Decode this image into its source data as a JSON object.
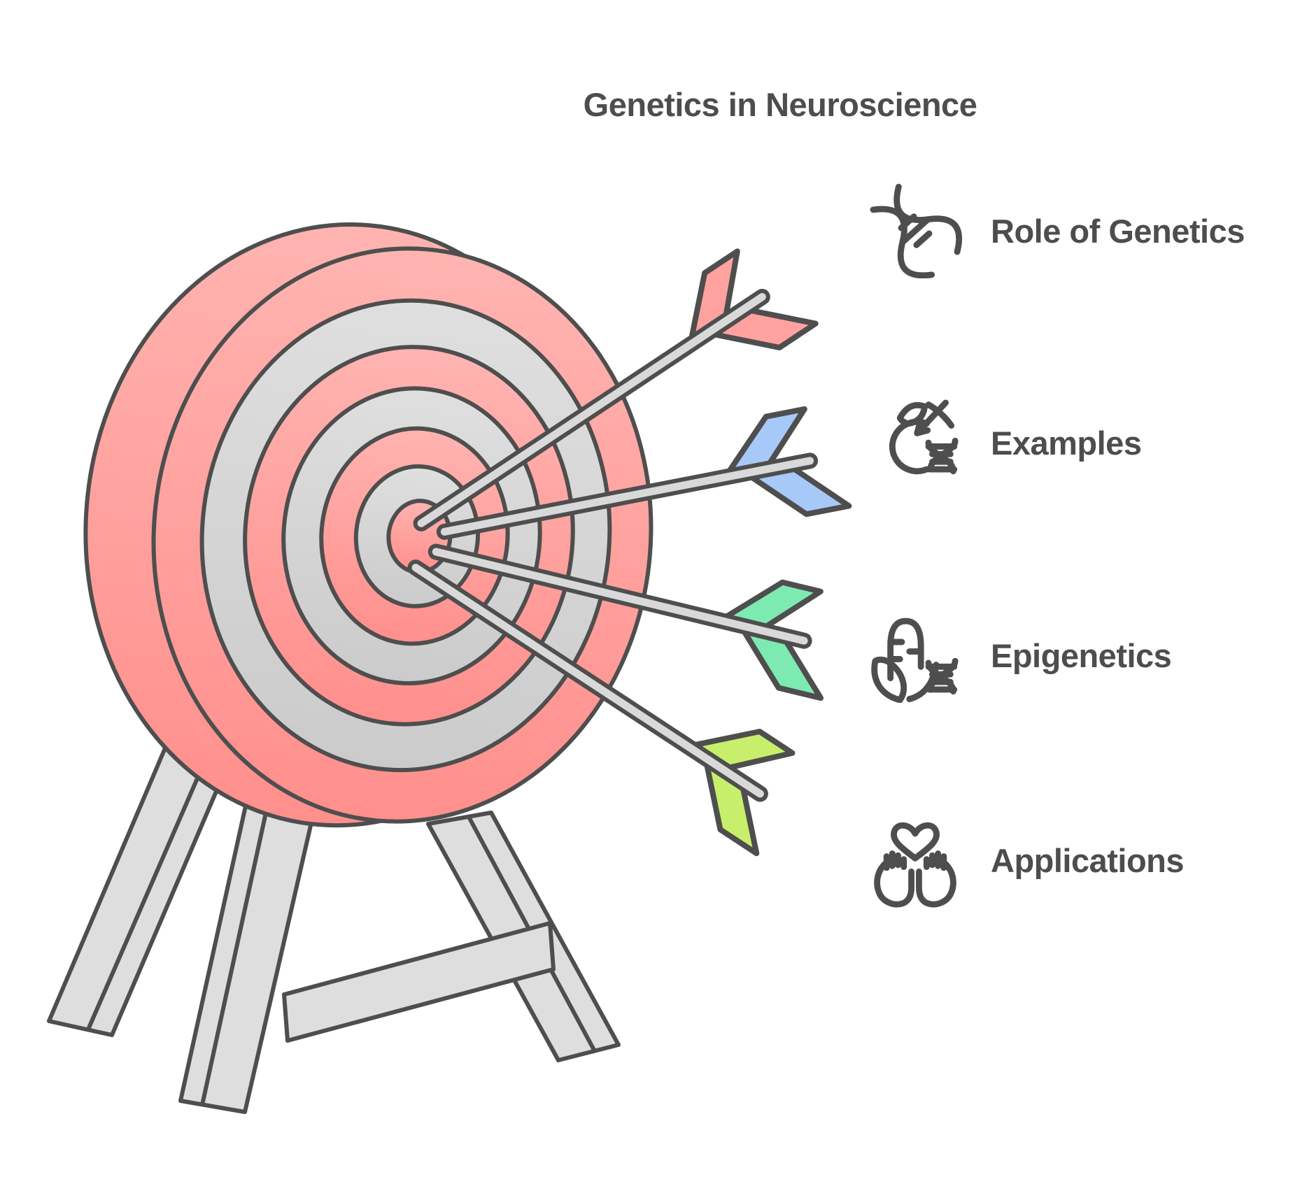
{
  "title": "Genetics in Neuroscience",
  "items": [
    {
      "label": "Role of Genetics",
      "icon": "dna-icon"
    },
    {
      "label": "Examples",
      "icon": "apple-dna-icon"
    },
    {
      "label": "Epigenetics",
      "icon": "corn-dna-icon"
    },
    {
      "label": "Applications",
      "icon": "hands-heart-icon"
    }
  ],
  "illustration": {
    "type": "archery-target-on-stand-with-four-arrows",
    "arrow_count": 4,
    "arrows": [
      {
        "name": "arrow-to-role-of-genetics",
        "fletch_color": "#ffa29f"
      },
      {
        "name": "arrow-to-examples",
        "fletch_color": "#a7c9f8"
      },
      {
        "name": "arrow-to-epigenetics",
        "fletch_color": "#7deab1"
      },
      {
        "name": "arrow-to-applications",
        "fletch_color": "#c8ef6c"
      }
    ],
    "colors": {
      "target_red": "#ff8f8c",
      "target_red_light": "#ffb4b1",
      "target_gray": "#cbcbcb",
      "target_gray_light": "#dfdfdf",
      "outline": "#4e4e4e",
      "shaft": "#d9d9d9",
      "stand": "#dedede",
      "text": "#4d4d4d"
    }
  }
}
